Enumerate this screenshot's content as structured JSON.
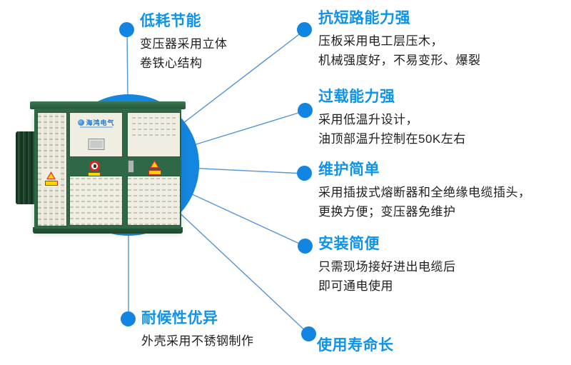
{
  "logo": {
    "text": "海鸿电气"
  },
  "features": [
    {
      "id": "low-loss",
      "title": "低耗节能",
      "lines": [
        "变压器采用立体",
        "卷铁心结构"
      ]
    },
    {
      "id": "short-circuit",
      "title": "抗短路能力强",
      "lines": [
        "压板采用电工层压木，",
        "机械强度好，不易变形、爆裂"
      ]
    },
    {
      "id": "overload",
      "title": "过载能力强",
      "lines": [
        "采用低温升设计，",
        "油顶部温升控制在50K左右"
      ]
    },
    {
      "id": "maintenance",
      "title": "维护简单",
      "lines": [
        "采用插拔式熔断器和全绝缘电缆插头，",
        "更换方便；变压器免维护"
      ]
    },
    {
      "id": "installation",
      "title": "安装简便",
      "lines": [
        "只需现场接好进出电缆后",
        "即可通电使用"
      ]
    },
    {
      "id": "weatherproof",
      "title": "耐候性优异",
      "lines": [
        "外壳采用不锈钢制作"
      ]
    },
    {
      "id": "lifespan",
      "title": "使用寿命长",
      "lines": []
    }
  ],
  "colors": {
    "title_blue": "#0e93e9",
    "dot_blue": "#1285e2",
    "circle_blue": "#1586e0",
    "line_blue": "#5294d6",
    "text_dark": "#1f1f1f",
    "cabinet_green": "#2e6847",
    "panel_cream": "#f0eee3",
    "warning_yellow": "#ffd300",
    "warning_red": "#d5281e"
  }
}
